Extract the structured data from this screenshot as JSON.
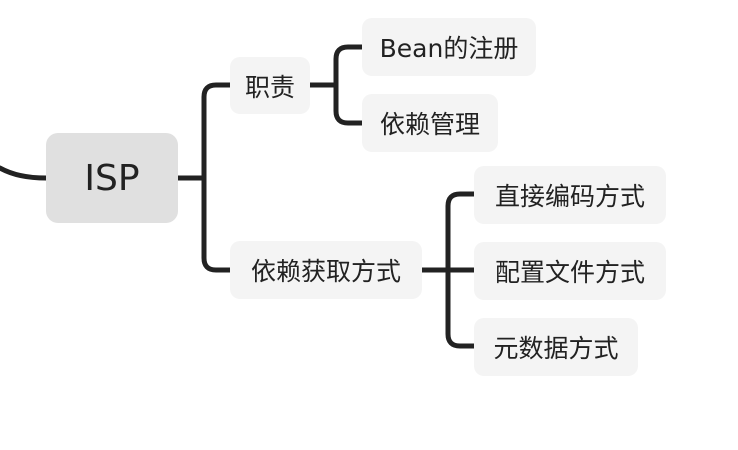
{
  "mindmap": {
    "root": {
      "label": "ISP"
    },
    "branches": [
      {
        "label": "职责",
        "children": [
          {
            "label": "Bean的注册"
          },
          {
            "label": "依赖管理"
          }
        ]
      },
      {
        "label": "依赖获取方式",
        "children": [
          {
            "label": "直接编码方式"
          },
          {
            "label": "配置文件方式"
          },
          {
            "label": "元数据方式"
          }
        ]
      }
    ]
  },
  "colors": {
    "connector": "#222222",
    "root_fill": "#e0e0e0",
    "node_fill": "#f4f4f4",
    "text": "#222222"
  }
}
